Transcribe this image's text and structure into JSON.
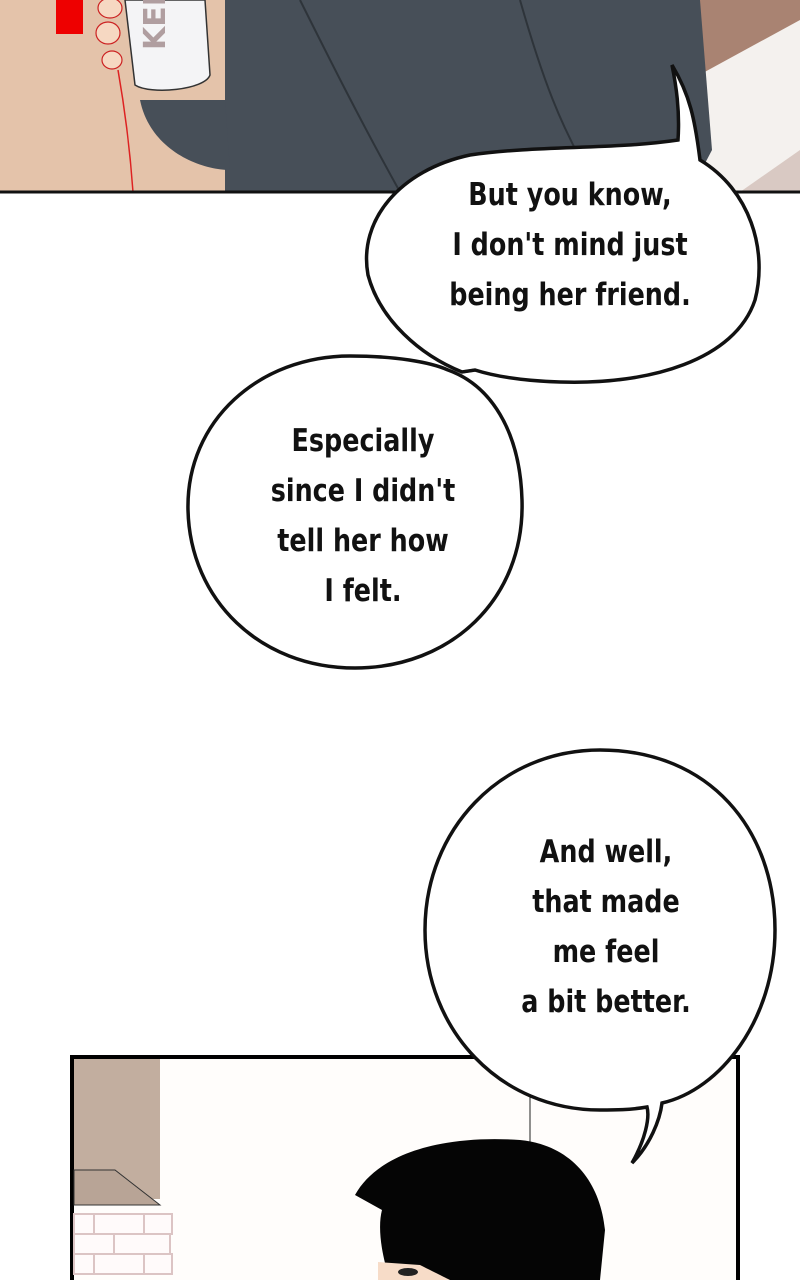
{
  "panel_top": {
    "can_logo": "KED"
  },
  "bubbles": [
    {
      "lines": [
        "But you know,",
        "I don't mind just",
        "being her friend."
      ]
    },
    {
      "lines": [
        "Especially",
        "since I didn't",
        "tell her how",
        "I felt."
      ]
    },
    {
      "lines": [
        "And well,",
        "that made",
        "me feel",
        "a bit better."
      ]
    }
  ],
  "colors": {
    "jacket": "#474f58",
    "wall": "#e4c3aa",
    "hair": "#050505",
    "red_tag": "#ee0000",
    "pillar": "#c2ae9f"
  }
}
